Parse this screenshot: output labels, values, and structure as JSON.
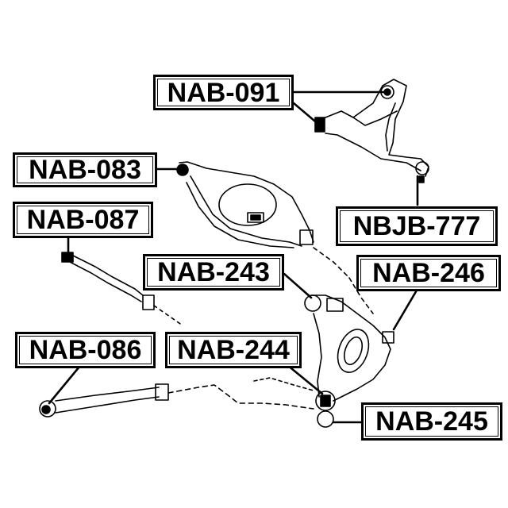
{
  "diagram": {
    "type": "suspension-parts-reference",
    "background": "#ffffff",
    "line_color": "#000000"
  },
  "labels": [
    {
      "id": "nab-091",
      "text": "NAB-091"
    },
    {
      "id": "nab-083",
      "text": "NAB-083"
    },
    {
      "id": "nab-087",
      "text": "NAB-087"
    },
    {
      "id": "nbjb-777",
      "text": "NBJB-777"
    },
    {
      "id": "nab-243",
      "text": "NAB-243"
    },
    {
      "id": "nab-246",
      "text": "NAB-246"
    },
    {
      "id": "nab-086",
      "text": "NAB-086"
    },
    {
      "id": "nab-244",
      "text": "NAB-244"
    },
    {
      "id": "nab-245",
      "text": "NAB-245"
    }
  ]
}
